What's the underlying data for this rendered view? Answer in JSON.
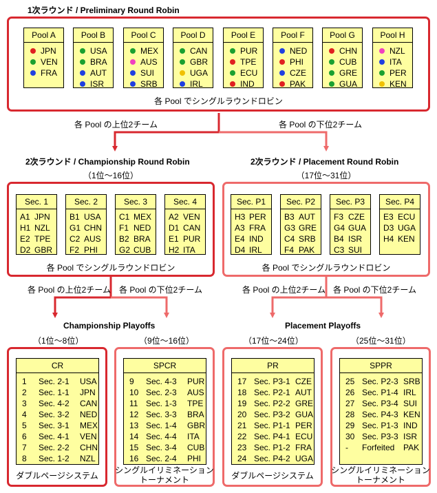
{
  "colors": {
    "red": "#e02020",
    "green": "#1aa030",
    "blue": "#2040e0",
    "pink": "#f040c0",
    "yellow": "#f0c000",
    "dark_frame": "#d8282f",
    "light_frame": "#ee6a6a",
    "box_fill": "#fefea0"
  },
  "round1": {
    "title": "1次ラウンド / Preliminary Round Robin",
    "note": "各 Pool でシングルラウンドロビン",
    "pools": [
      {
        "name": "Pool A",
        "teams": [
          {
            "code": "JPN",
            "dot": "red"
          },
          {
            "code": "VEN",
            "dot": "green"
          },
          {
            "code": "FRA",
            "dot": "blue"
          }
        ]
      },
      {
        "name": "Pool B",
        "teams": [
          {
            "code": "USA",
            "dot": "green"
          },
          {
            "code": "BRA",
            "dot": "green"
          },
          {
            "code": "AUT",
            "dot": "blue"
          },
          {
            "code": "ISR",
            "dot": "blue"
          }
        ]
      },
      {
        "name": "Pool C",
        "teams": [
          {
            "code": "MEX",
            "dot": "green"
          },
          {
            "code": "AUS",
            "dot": "pink"
          },
          {
            "code": "SUI",
            "dot": "blue"
          },
          {
            "code": "SRB",
            "dot": "blue"
          }
        ]
      },
      {
        "name": "Pool D",
        "teams": [
          {
            "code": "CAN",
            "dot": "green"
          },
          {
            "code": "GBR",
            "dot": "green"
          },
          {
            "code": "UGA",
            "dot": "yellow"
          },
          {
            "code": "IRL",
            "dot": "blue"
          }
        ]
      },
      {
        "name": "Pool E",
        "teams": [
          {
            "code": "PUR",
            "dot": "green"
          },
          {
            "code": "TPE",
            "dot": "red"
          },
          {
            "code": "ECU",
            "dot": "green"
          },
          {
            "code": "IND",
            "dot": "red"
          }
        ]
      },
      {
        "name": "Pool F",
        "teams": [
          {
            "code": "NED",
            "dot": "blue"
          },
          {
            "code": "PHI",
            "dot": "red"
          },
          {
            "code": "CZE",
            "dot": "blue"
          },
          {
            "code": "PAK",
            "dot": "red"
          }
        ]
      },
      {
        "name": "Pool G",
        "teams": [
          {
            "code": "CHN",
            "dot": "red"
          },
          {
            "code": "CUB",
            "dot": "green"
          },
          {
            "code": "GRE",
            "dot": "green"
          },
          {
            "code": "GUA",
            "dot": "green"
          }
        ]
      },
      {
        "name": "Pool H",
        "teams": [
          {
            "code": "NZL",
            "dot": "pink"
          },
          {
            "code": "ITA",
            "dot": "blue"
          },
          {
            "code": "PER",
            "dot": "green"
          },
          {
            "code": "KEN",
            "dot": "yellow"
          }
        ]
      }
    ]
  },
  "split1": {
    "left": "各 Pool の上位2チーム",
    "right": "各 Pool の下位2チーム"
  },
  "champ_rr": {
    "title": "2次ラウンド / Championship Round Robin",
    "range": "（1位～16位）",
    "note": "各 Pool でシングルラウンドロビン",
    "sections": [
      {
        "name": "Sec. 1",
        "rows": [
          [
            "A1",
            "JPN"
          ],
          [
            "H1",
            "NZL"
          ],
          [
            "E2",
            "TPE"
          ],
          [
            "D2",
            "GBR"
          ]
        ]
      },
      {
        "name": "Sec. 2",
        "rows": [
          [
            "B1",
            "USA"
          ],
          [
            "G1",
            "CHN"
          ],
          [
            "C2",
            "AUS"
          ],
          [
            "F2",
            "PHI"
          ]
        ]
      },
      {
        "name": "Sec. 3",
        "rows": [
          [
            "C1",
            "MEX"
          ],
          [
            "F1",
            "NED"
          ],
          [
            "B2",
            "BRA"
          ],
          [
            "G2",
            "CUB"
          ]
        ]
      },
      {
        "name": "Sec. 4",
        "rows": [
          [
            "A2",
            "VEN"
          ],
          [
            "D1",
            "CAN"
          ],
          [
            "E1",
            "PUR"
          ],
          [
            "H2",
            "ITA"
          ]
        ]
      }
    ]
  },
  "place_rr": {
    "title": "2次ラウンド / Placement Round Robin",
    "range": "（17位～31位）",
    "note": "各 Pool でシングルラウンドロビン",
    "sections": [
      {
        "name": "Sec. P1",
        "rows": [
          [
            "H3",
            "PER"
          ],
          [
            "A3",
            "FRA"
          ],
          [
            "E4",
            "IND"
          ],
          [
            "D4",
            "IRL"
          ]
        ]
      },
      {
        "name": "Sec. P2",
        "rows": [
          [
            "B3",
            "AUT"
          ],
          [
            "G3",
            "GRE"
          ],
          [
            "C4",
            "SRB"
          ],
          [
            "F4",
            "PAK"
          ]
        ]
      },
      {
        "name": "Sec. P3",
        "rows": [
          [
            "F3",
            "CZE"
          ],
          [
            "G4",
            "GUA"
          ],
          [
            "B4",
            "ISR"
          ],
          [
            "C3",
            "SUI"
          ]
        ]
      },
      {
        "name": "Sec. P4",
        "rows": [
          [
            "E3",
            "ECU"
          ],
          [
            "D3",
            "UGA"
          ],
          [
            "H4",
            "KEN"
          ]
        ]
      }
    ]
  },
  "split2": {
    "a": "各 Pool の上位2チーム",
    "b": "各 Pool の下位2チーム",
    "c": "各 Pool の上位2チーム",
    "d": "各 Pool の下位2チーム"
  },
  "champ_po": {
    "title": "Championship Playoffs",
    "range_left": "（1位～8位）",
    "range_right": "（9位～16位）"
  },
  "place_po": {
    "title": "Placement Playoffs",
    "range_left": "（17位～24位）",
    "range_right": "（25位～31位）"
  },
  "brackets": [
    {
      "name": "CR",
      "caption": [
        "ダブルページシステム"
      ],
      "rows": [
        [
          "1",
          "Sec. 2-1",
          "USA"
        ],
        [
          "2",
          "Sec. 1-1",
          "JPN"
        ],
        [
          "3",
          "Sec. 4-2",
          "CAN"
        ],
        [
          "4",
          "Sec. 3-2",
          "NED"
        ],
        [
          "5",
          "Sec. 3-1",
          "MEX"
        ],
        [
          "6",
          "Sec. 4-1",
          "VEN"
        ],
        [
          "7",
          "Sec. 2-2",
          "CHN"
        ],
        [
          "8",
          "Sec. 1-2",
          "NZL"
        ]
      ]
    },
    {
      "name": "SPCR",
      "caption": [
        "シングルイリミネーション",
        "トーナメント"
      ],
      "rows": [
        [
          "9",
          "Sec. 4-3",
          "PUR"
        ],
        [
          "10",
          "Sec. 2-3",
          "AUS"
        ],
        [
          "11",
          "Sec. 1-3",
          "TPE"
        ],
        [
          "12",
          "Sec. 3-3",
          "BRA"
        ],
        [
          "13",
          "Sec. 1-4",
          "GBR"
        ],
        [
          "14",
          "Sec. 4-4",
          "ITA"
        ],
        [
          "15",
          "Sec. 3-4",
          "CUB"
        ],
        [
          "16",
          "Sec. 2-4",
          "PHI"
        ]
      ]
    },
    {
      "name": "PR",
      "caption": [
        "ダブルページシステム"
      ],
      "rows": [
        [
          "17",
          "Sec. P3-1",
          "CZE"
        ],
        [
          "18",
          "Sec. P2-1",
          "AUT"
        ],
        [
          "19",
          "Sec. P2-2",
          "GRE"
        ],
        [
          "20",
          "Sec. P3-2",
          "GUA"
        ],
        [
          "21",
          "Sec. P1-1",
          "PER"
        ],
        [
          "22",
          "Sec. P4-1",
          "ECU"
        ],
        [
          "23",
          "Sec. P1-2",
          "FRA"
        ],
        [
          "24",
          "Sec. P4-2",
          "UGA"
        ]
      ]
    },
    {
      "name": "SPPR",
      "caption": [
        "シングルイリミネーション",
        "トーナメント"
      ],
      "rows": [
        [
          "25",
          "Sec. P2-3",
          "SRB"
        ],
        [
          "26",
          "Sec. P1-4",
          "IRL"
        ],
        [
          "27",
          "Sec. P3-4",
          "SUI"
        ],
        [
          "28",
          "Sec. P4-3",
          "KEN"
        ],
        [
          "29",
          "Sec. P1-3",
          "IND"
        ],
        [
          "30",
          "Sec. P3-3",
          "ISR"
        ],
        [
          "-",
          "Forfeited",
          "PAK"
        ]
      ]
    }
  ]
}
